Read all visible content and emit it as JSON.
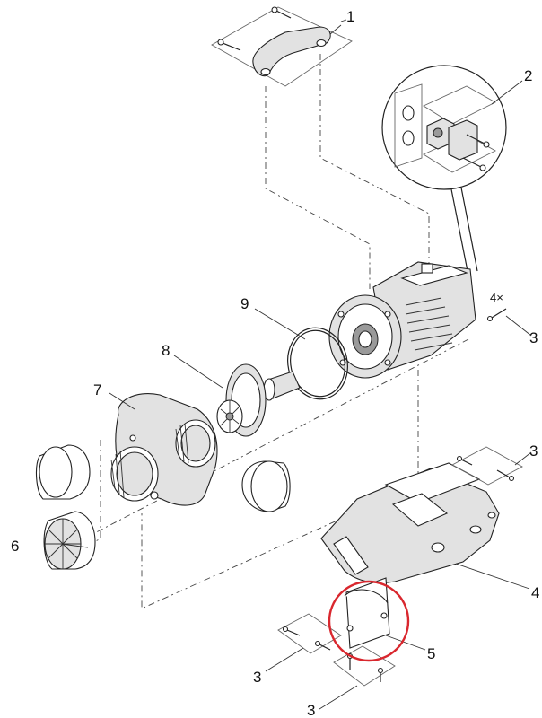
{
  "callouts": {
    "c1": "1",
    "c2": "2",
    "c3_top": "3",
    "c3_qty": "4×",
    "c3_right": "3",
    "c3_bottom_left": "3",
    "c3_bottom": "3",
    "c4": "4",
    "c5": "5",
    "c6": "6",
    "c7": "7",
    "c8": "8",
    "c9": "9"
  },
  "colors": {
    "highlight_circle": "#d9272e",
    "line": "#222222",
    "part_fill": "#e2e2e2"
  }
}
